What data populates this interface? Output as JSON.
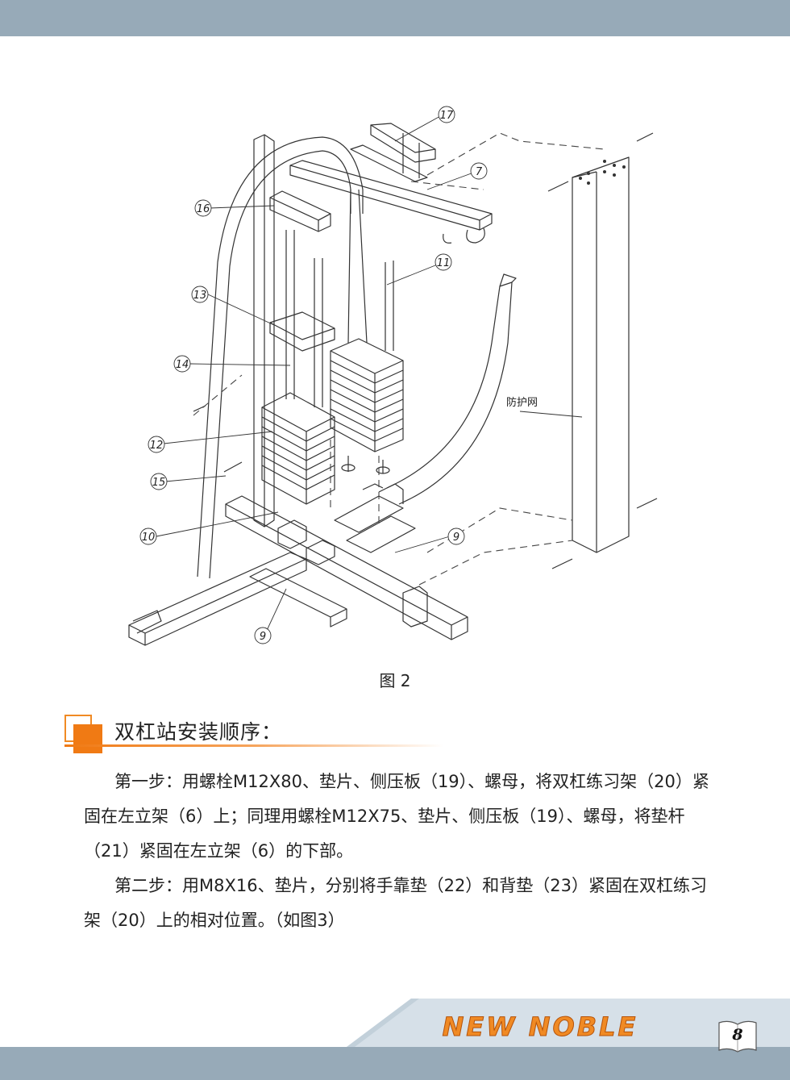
{
  "figure": {
    "callouts": [
      "17",
      "7",
      "16",
      "11",
      "13",
      "14",
      "12",
      "15",
      "10",
      "9",
      "9"
    ],
    "guard_label": "防护网",
    "caption": "图 2"
  },
  "section": {
    "title": "双杠站安装顺序："
  },
  "steps": [
    "第一步：用螺栓M12X80、垫片、侧压板（19）、螺母，将双杠练习架（20）紧固在左立架（6）上；同理用螺栓M12X75、垫片、侧压板（19）、螺母，将垫杆（21）紧固在左立架（6）的下部。",
    "第二步：用M8X16、垫片，分别将手靠垫（22）和背垫（23）紧固在双杠练习架（20）上的相对位置。（如图3）"
  ],
  "footer": {
    "logo_text": "NEW NOBLE",
    "page_number": "8"
  },
  "colors": {
    "band": "#97aab8",
    "accent": "#f07a14",
    "footer_panel": "#d6e0e8"
  }
}
